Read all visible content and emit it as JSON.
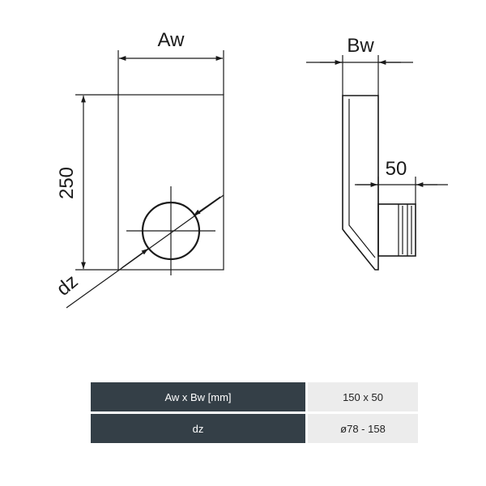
{
  "drawing": {
    "front": {
      "width_label": "Aw",
      "height_label": "250",
      "diameter_label": "dz"
    },
    "side": {
      "depth_label": "Bw",
      "spigot_label": "50"
    }
  },
  "spec_table": {
    "rows": [
      {
        "label": "Aw x Bw [mm]",
        "value": "150 x 50"
      },
      {
        "label": "dz",
        "value": "ø78 - 158"
      }
    ]
  },
  "colors": {
    "line": "#1a1a1a",
    "table_header_bg": "#343f47",
    "table_value_bg": "#ececec"
  }
}
